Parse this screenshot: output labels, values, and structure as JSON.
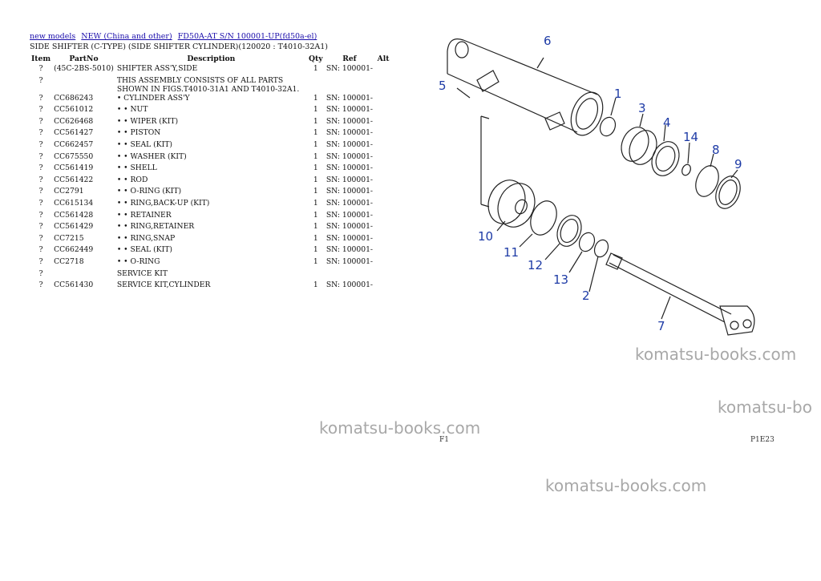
{
  "breadcrumbs": [
    {
      "label": "new models"
    },
    {
      "label": "NEW (China and other)"
    },
    {
      "label": "FD50A-AT S/N 100001-UP(fd50a-el)"
    }
  ],
  "subtitle": "SIDE SHIFTER (C-TYPE) (SIDE SHIFTER CYLINDER)(120020 : T4010-32A1)",
  "table": {
    "headers": [
      "Item",
      "PartNo",
      "Description",
      "Qty",
      "Ref",
      "Alt"
    ],
    "rows": [
      {
        "item": "?",
        "part": "(45C-2BS-5010)",
        "desc": "SHIFTER ASS'Y,SIDE",
        "qty": "1",
        "ref": "SN: 100001-"
      },
      {
        "item": "?",
        "part": "",
        "desc": "THIS ASSEMBLY CONSISTS OF ALL PARTS SHOWN IN FIGS.T4010-31A1 AND T4010-32A1.",
        "qty": "",
        "ref": ""
      },
      {
        "item": "?",
        "part": "CC686243",
        "desc": "• CYLINDER ASS'Y",
        "qty": "1",
        "ref": "SN: 100001-"
      },
      {
        "item": "?",
        "part": "CC561012",
        "desc": "• • NUT",
        "qty": "1",
        "ref": "SN: 100001-"
      },
      {
        "item": "?",
        "part": "CC626468",
        "desc": "• • WIPER (KIT)",
        "qty": "1",
        "ref": "SN: 100001-"
      },
      {
        "item": "?",
        "part": "CC561427",
        "desc": "• • PISTON",
        "qty": "1",
        "ref": "SN: 100001-"
      },
      {
        "item": "?",
        "part": "CC662457",
        "desc": "• • SEAL (KIT)",
        "qty": "1",
        "ref": "SN: 100001-"
      },
      {
        "item": "?",
        "part": "CC675550",
        "desc": "• • WASHER (KIT)",
        "qty": "1",
        "ref": "SN: 100001-"
      },
      {
        "item": "?",
        "part": "CC561419",
        "desc": "• • SHELL",
        "qty": "1",
        "ref": "SN: 100001-"
      },
      {
        "item": "?",
        "part": "CC561422",
        "desc": "• • ROD",
        "qty": "1",
        "ref": "SN: 100001-"
      },
      {
        "item": "?",
        "part": "CC2791",
        "desc": "• • O-RING (KIT)",
        "qty": "1",
        "ref": "SN: 100001-"
      },
      {
        "item": "?",
        "part": "CC615134",
        "desc": "• • RING,BACK-UP (KIT)",
        "qty": "1",
        "ref": "SN: 100001-"
      },
      {
        "item": "?",
        "part": "CC561428",
        "desc": "• • RETAINER",
        "qty": "1",
        "ref": "SN: 100001-"
      },
      {
        "item": "?",
        "part": "CC561429",
        "desc": "• • RING,RETAINER",
        "qty": "1",
        "ref": "SN: 100001-"
      },
      {
        "item": "?",
        "part": "CC7215",
        "desc": "• • RING,SNAP",
        "qty": "1",
        "ref": "SN: 100001-"
      },
      {
        "item": "?",
        "part": "CC662449",
        "desc": "• • SEAL (KIT)",
        "qty": "1",
        "ref": "SN: 100001-"
      },
      {
        "item": "?",
        "part": "CC2718",
        "desc": "• • O-RING",
        "qty": "1",
        "ref": "SN: 100001-"
      },
      {
        "item": "?",
        "part": "",
        "desc": "SERVICE KIT",
        "qty": "",
        "ref": ""
      },
      {
        "item": "?",
        "part": "CC561430",
        "desc": "SERVICE KIT,CYLINDER",
        "qty": "1",
        "ref": "SN: 100001-"
      }
    ]
  },
  "diagram": {
    "callouts": [
      "1",
      "2",
      "3",
      "4",
      "5",
      "6",
      "7",
      "8",
      "9",
      "10",
      "11",
      "12",
      "13",
      "14"
    ],
    "page_codes": [
      "F1",
      "P1E23"
    ],
    "callout_color": "#1e3ba6"
  },
  "watermarks": [
    "komatsu-books.com",
    "komatsu-bo",
    "komatsu-books.com",
    "komatsu-books.com"
  ]
}
